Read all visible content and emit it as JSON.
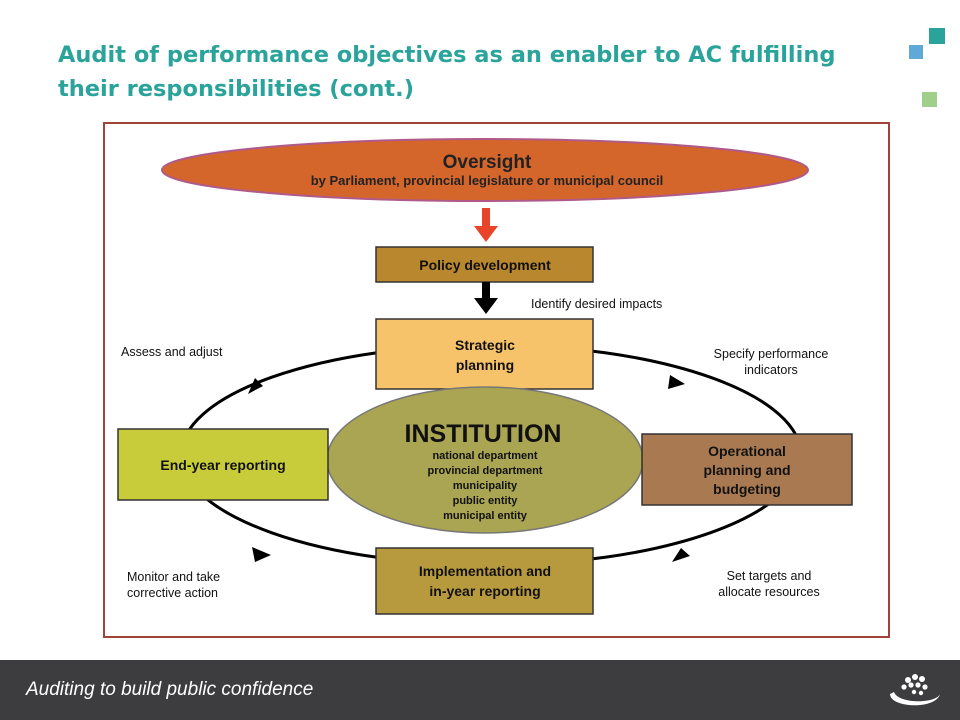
{
  "slide": {
    "title_line1": "Audit of performance objectives as an enabler to AC fulfilling",
    "title_line2": "their responsibilities (cont.)"
  },
  "colors": {
    "title": "#2aa39a",
    "footer_bg": "#3d3d3f",
    "footer_text": "#ffffff",
    "deco_teal": "#2aa39a",
    "deco_blue": "#5fa9d9",
    "deco_green": "#9fcf8a",
    "oversight_fill": "#d4662c",
    "policy_fill": "#b8872e",
    "strategic_fill": "#f6c36a",
    "institution_fill": "#a9a552",
    "operational_fill": "#a97a52",
    "implementation_fill": "#b89a3e",
    "endyear_fill": "#c9cc3a",
    "red_arrow": "#e8442a"
  },
  "diagram": {
    "oversight_title": "Oversight",
    "oversight_subtitle": "by Parliament, provincial legislature or municipal council",
    "policy_development": "Policy development",
    "identify_desired_impacts": "Identify desired impacts",
    "strategic_line1": "Strategic",
    "strategic_line2": "planning",
    "institution_title": "INSTITUTION",
    "institution_items": [
      "national department",
      "provincial department",
      "municipality",
      "public entity",
      "municipal entity"
    ],
    "operational_line1": "Operational",
    "operational_line2": "planning and",
    "operational_line3": "budgeting",
    "implementation_line1": "Implementation and",
    "implementation_line2": "in-year reporting",
    "endyear_reporting": "End-year reporting",
    "assess_and_adjust": "Assess and adjust",
    "specify_line1": "Specify performance",
    "specify_line2": "indicators",
    "set_targets_line1": "Set targets and",
    "set_targets_line2": "allocate resources",
    "monitor_line1": "Monitor and take",
    "monitor_line2": "corrective action"
  },
  "footer": {
    "tagline": "Auditing to build public confidence",
    "logo_icon": "agsa-logo-icon"
  }
}
